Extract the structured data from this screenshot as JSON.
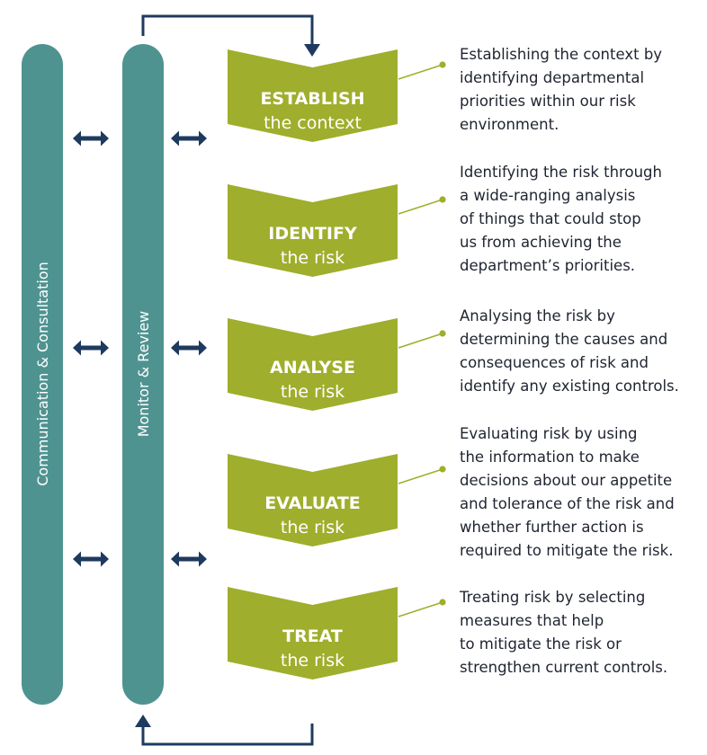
{
  "bars": {
    "outer": "Communication & Consultation",
    "inner": "Monitor & Review"
  },
  "steps": [
    {
      "title": "ESTABLISH",
      "subtitle": "the context",
      "description": "Establishing the context by\nidentifying departmental\npriorities within our risk\nenvironment."
    },
    {
      "title": "IDENTIFY",
      "subtitle": "the risk",
      "description": "Identifying the risk through\na wide-ranging analysis\nof things that could stop\nus from achieving the\ndepartment’s priorities."
    },
    {
      "title": "ANALYSE",
      "subtitle": "the risk",
      "description": "Analysing the risk by\ndetermining the causes and\nconsequences of risk and\nidentify any existing controls."
    },
    {
      "title": "EVALUATE",
      "subtitle": "the risk",
      "description": "Evaluating risk by using\nthe information to make\ndecisions about our appetite\nand tolerance of the risk and\nwhether further action is\nrequired to mitigate the risk."
    },
    {
      "title": "TREAT",
      "subtitle": "the risk",
      "description": "Treating risk by selecting\nmeasures that help\nto mitigate the risk or\nstrengthen current controls."
    }
  ],
  "colors": {
    "teal": "#4f9391",
    "green": "#9fae2c",
    "navy": "#1e3a5f",
    "text": "#1f2430"
  },
  "icons": {
    "bidirectional": "double-headed-arrow-icon",
    "connector": "dot-leader-icon",
    "loop": "feedback-loop-arrow-icon"
  }
}
